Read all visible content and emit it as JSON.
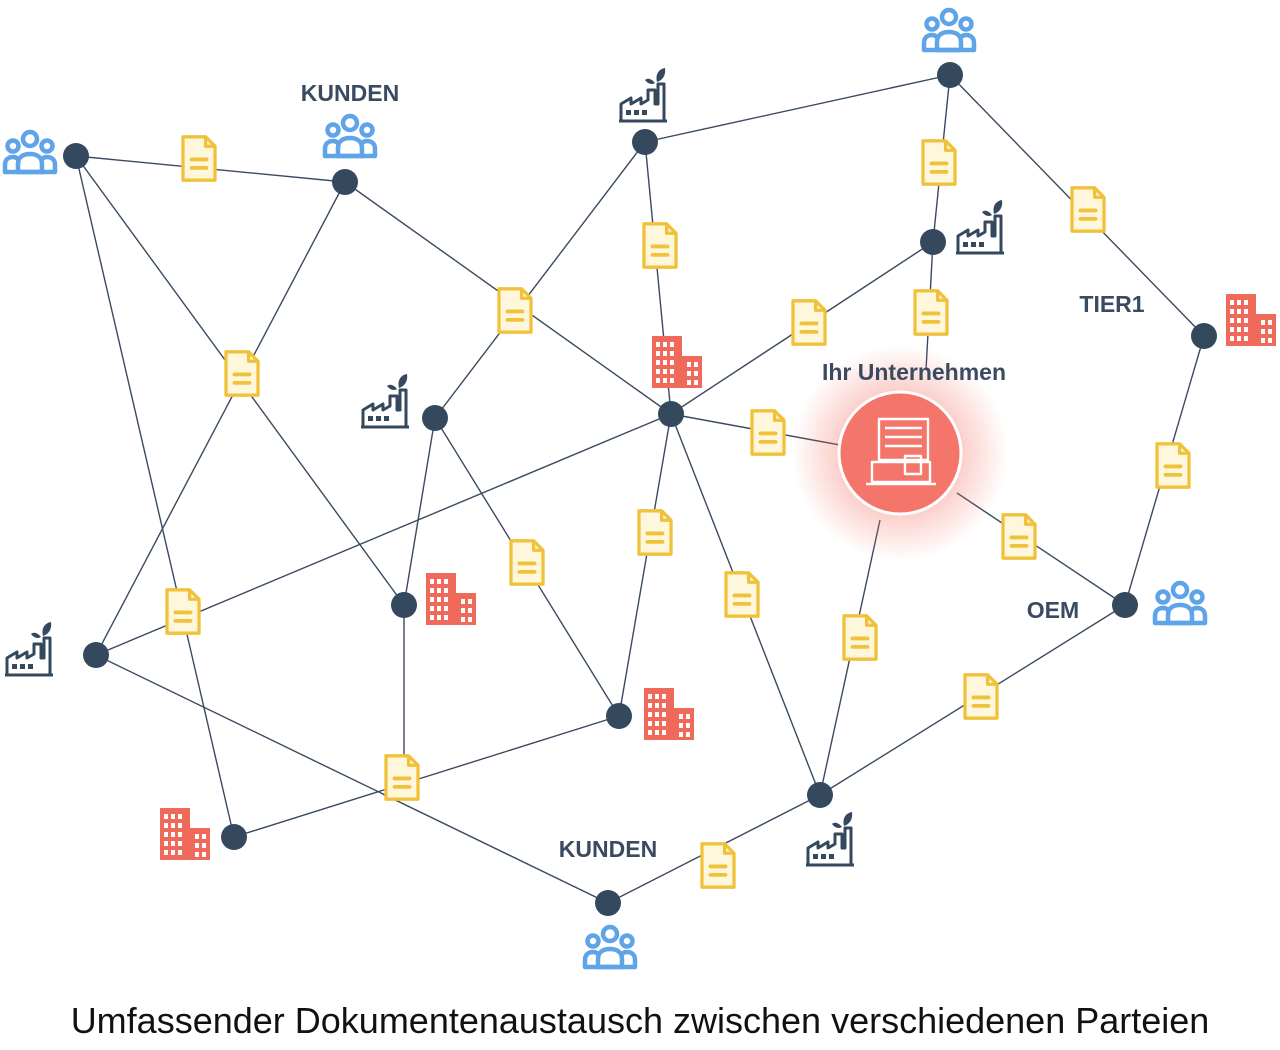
{
  "caption": "Umfassender Dokumentenaustausch zwischen verschiedenen Parteien",
  "labels": {
    "kunden_top": "KUNDEN",
    "kunden_bottom": "KUNDEN",
    "ihr_unternehmen": "Ihr Unternehmen",
    "tier1": "TIER1",
    "oem": "OEM"
  },
  "colors": {
    "node": "#34495e",
    "edge": "#3a4a60",
    "document": "#f0c23c",
    "office": "#ef6a5a",
    "factory": "#34495e",
    "people": "#5fa3e8",
    "hub": "#f4766a"
  },
  "icons": {
    "people": "people-group-icon",
    "factory": "factory-icon",
    "office": "office-building-icon",
    "document": "document-icon",
    "hub": "company-building-icon"
  }
}
